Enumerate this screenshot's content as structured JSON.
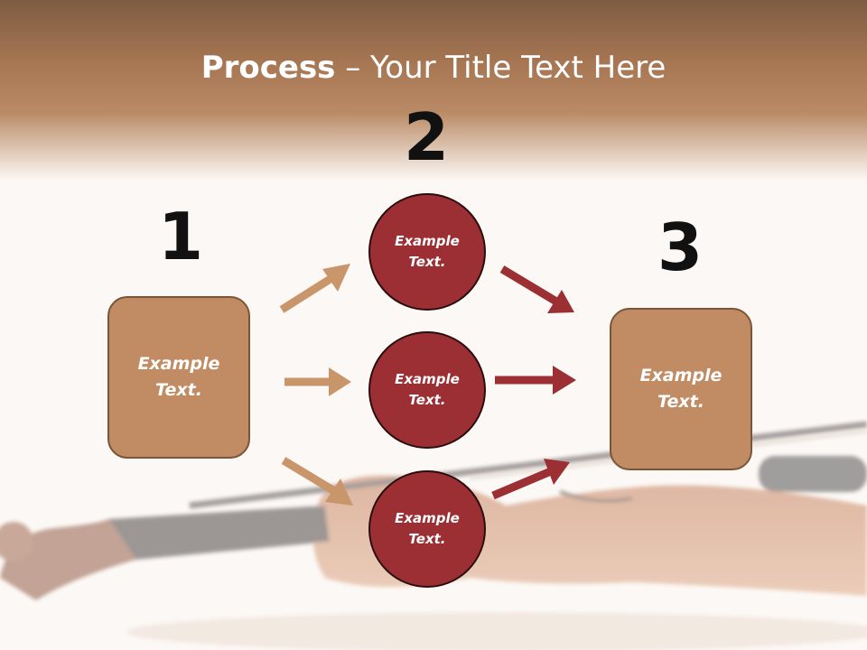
{
  "slide": {
    "title_bold": "Process",
    "title_rest": " – Your Title Text Here"
  },
  "steps": {
    "n1": "1",
    "n2": "2",
    "n3": "3"
  },
  "nodes": {
    "box_left": "Example Text.",
    "circle_top": "Example Text.",
    "circle_middle": "Example Text.",
    "circle_bottom": "Example Text.",
    "box_right": "Example Text."
  },
  "colors": {
    "box_fill": "#c18c63",
    "circle_fill": "#9b2f33",
    "arrow_tan": "#c9956b",
    "arrow_red": "#9b2f33",
    "header": "#a06a44"
  }
}
